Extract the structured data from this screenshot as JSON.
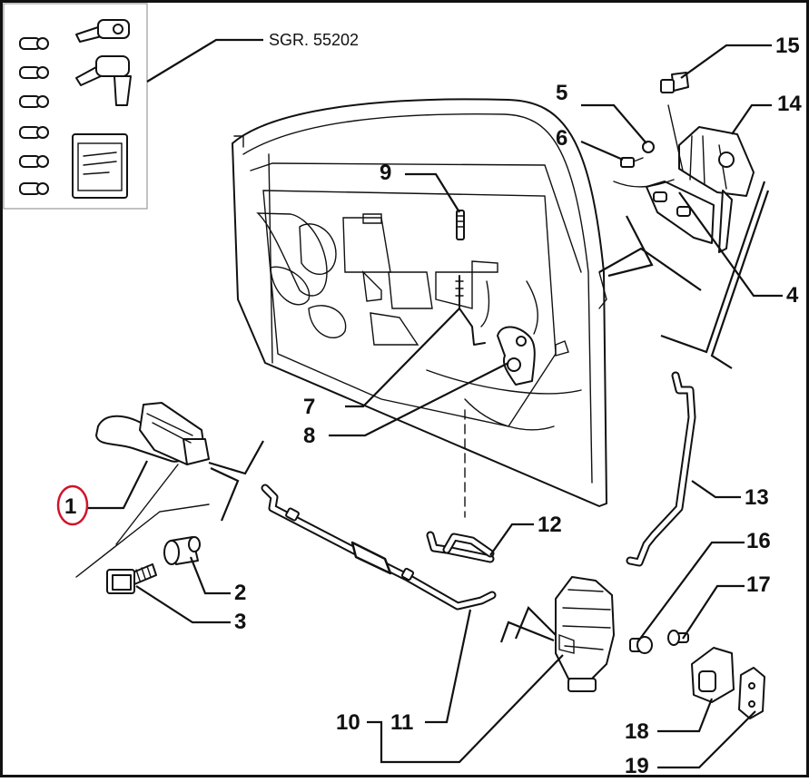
{
  "figure": {
    "kit_reference": "SGR. 55202",
    "highlight_color": "#d0142c",
    "ink_color": "#111111",
    "callouts": [
      {
        "id": "1",
        "label": "1",
        "highlighted": true
      },
      {
        "id": "2",
        "label": "2"
      },
      {
        "id": "3",
        "label": "3"
      },
      {
        "id": "4",
        "label": "4"
      },
      {
        "id": "5",
        "label": "5"
      },
      {
        "id": "6",
        "label": "6"
      },
      {
        "id": "7",
        "label": "7"
      },
      {
        "id": "8",
        "label": "8"
      },
      {
        "id": "9",
        "label": "9"
      },
      {
        "id": "10",
        "label": "10"
      },
      {
        "id": "11",
        "label": "11"
      },
      {
        "id": "12",
        "label": "12"
      },
      {
        "id": "13",
        "label": "13"
      },
      {
        "id": "14",
        "label": "14"
      },
      {
        "id": "15",
        "label": "15"
      },
      {
        "id": "16",
        "label": "16"
      },
      {
        "id": "17",
        "label": "17"
      },
      {
        "id": "18",
        "label": "18"
      },
      {
        "id": "19",
        "label": "19"
      }
    ]
  }
}
